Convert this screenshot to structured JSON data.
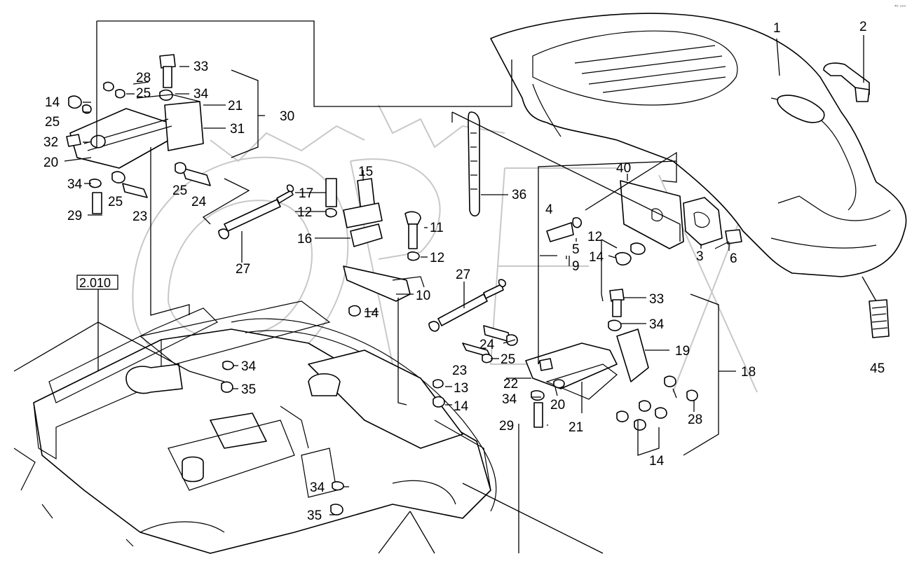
{
  "corner_mark": "⁴⁰ ᵒᵒᵒ",
  "reference_box": "2.010",
  "labels": {
    "p1": "1",
    "p2": "2",
    "p3": "3",
    "p4": "4",
    "p5": "5",
    "p6": "6",
    "p9": "9",
    "p10": "10",
    "p11": "11",
    "p12a": "12",
    "p12b": "12",
    "p12c": "12",
    "p13": "13",
    "p14a": "14",
    "p14b": "14",
    "p14c": "14",
    "p14d": "14",
    "p14e": "14",
    "p15": "15",
    "p16": "16",
    "p17": "17",
    "p18": "18",
    "p19": "19",
    "p20a": "20",
    "p20b": "20",
    "p21a": "21",
    "p21b": "21",
    "p22": "22",
    "p23a": "23",
    "p23b": "23",
    "p24a": "24",
    "p24b": "24",
    "p25a": "25",
    "p25b": "25",
    "p25c": "25",
    "p25d": "25",
    "p25e": "25",
    "p27a": "27",
    "p27b": "27",
    "p28a": "28",
    "p28b": "28",
    "p29a": "29",
    "p29b": "29",
    "p30": "30",
    "p31": "31",
    "p32": "32",
    "p33a": "33",
    "p33b": "33",
    "p34a": "34",
    "p34b": "34",
    "p34c": "34",
    "p34d": "34",
    "p34e": "34",
    "p34f": "34",
    "p35a": "35",
    "p35b": "35",
    "p36": "36",
    "p40": "40",
    "p45": "45"
  }
}
